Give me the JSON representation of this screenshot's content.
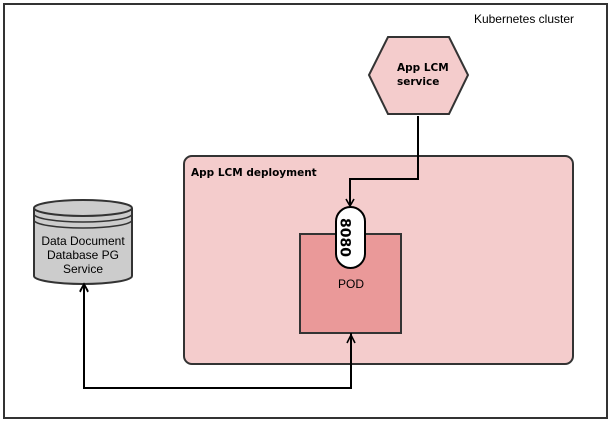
{
  "cluster": {
    "label": "Kubernetes cluster"
  },
  "service": {
    "line1": "App LCM",
    "line2": "service",
    "icon": "hexagon"
  },
  "deployment": {
    "label": "App LCM deployment"
  },
  "pod": {
    "label": "POD",
    "port": "8080"
  },
  "database": {
    "line1": "Data Document",
    "line2": "Database PG",
    "line3": "Service",
    "icon": "database-cylinder"
  },
  "colors": {
    "deployment_fill": "#f4cccc",
    "pod_fill": "#ea9999",
    "database_fill": "#cccccc",
    "stroke": "#000000",
    "background": "#ffffff"
  }
}
